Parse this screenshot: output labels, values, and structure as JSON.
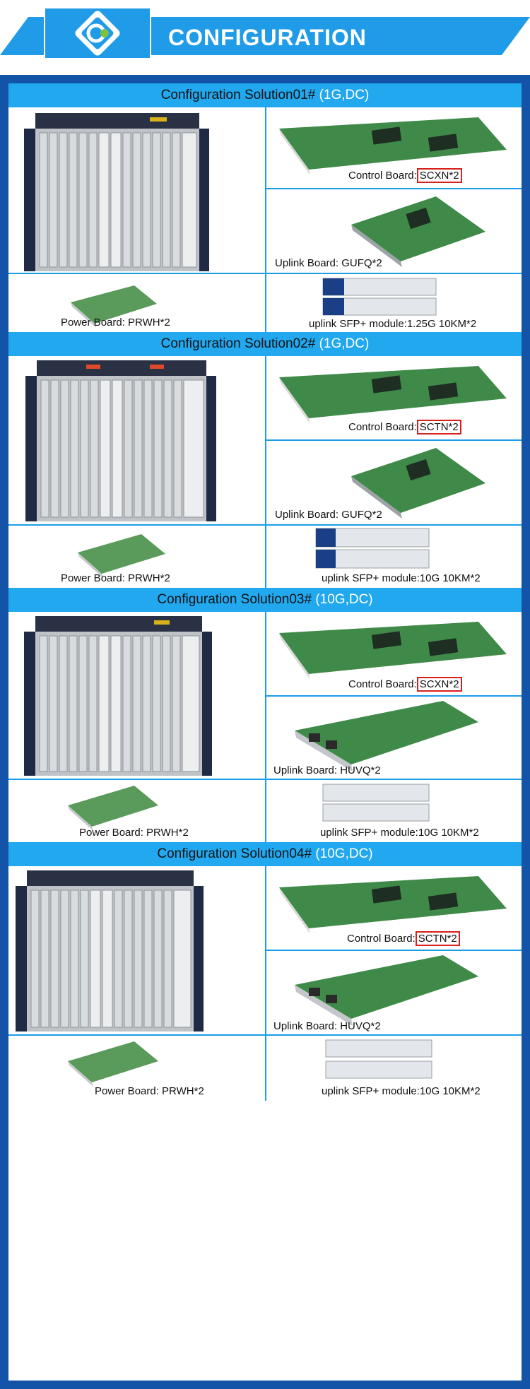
{
  "header": {
    "title": "CONFIGURATION",
    "colors": {
      "banner": "#1f9be8",
      "frame": "#1353a8",
      "section_bar": "#22a8ef",
      "highlight": "#d8201c"
    }
  },
  "sections": [
    {
      "title": "Configuration Solution01#",
      "tag": "(1G,DC)",
      "control_prefix": "Control Board:",
      "control_model": "SCXN*2",
      "uplink": "Uplink Board: GUFQ*2",
      "power": "Power Board: PRWH*2",
      "sfp": "uplink SFP+ module:1.25G 10KM*2"
    },
    {
      "title": "Configuration Solution02#",
      "tag": "(1G,DC)",
      "control_prefix": "Control Board:",
      "control_model": "SCTN*2",
      "uplink": "Uplink Board: GUFQ*2",
      "power": "Power Board: PRWH*2",
      "sfp": "uplink SFP+ module:10G 10KM*2"
    },
    {
      "title": "Configuration Solution03#",
      "tag": "(10G,DC)",
      "control_prefix": "Control Board:",
      "control_model": "SCXN*2",
      "uplink": "Uplink Board: HUVQ*2",
      "power": "Power Board: PRWH*2",
      "sfp": "uplink SFP+ module:10G 10KM*2"
    },
    {
      "title": "Configuration Solution04#",
      "tag": "(10G,DC)",
      "control_prefix": "Control Board:",
      "control_model": "SCTN*2",
      "uplink": "Uplink Board: HUVQ*2",
      "power": "Power Board: PRWH*2",
      "sfp": "uplink SFP+ module:10G 10KM*2"
    }
  ]
}
